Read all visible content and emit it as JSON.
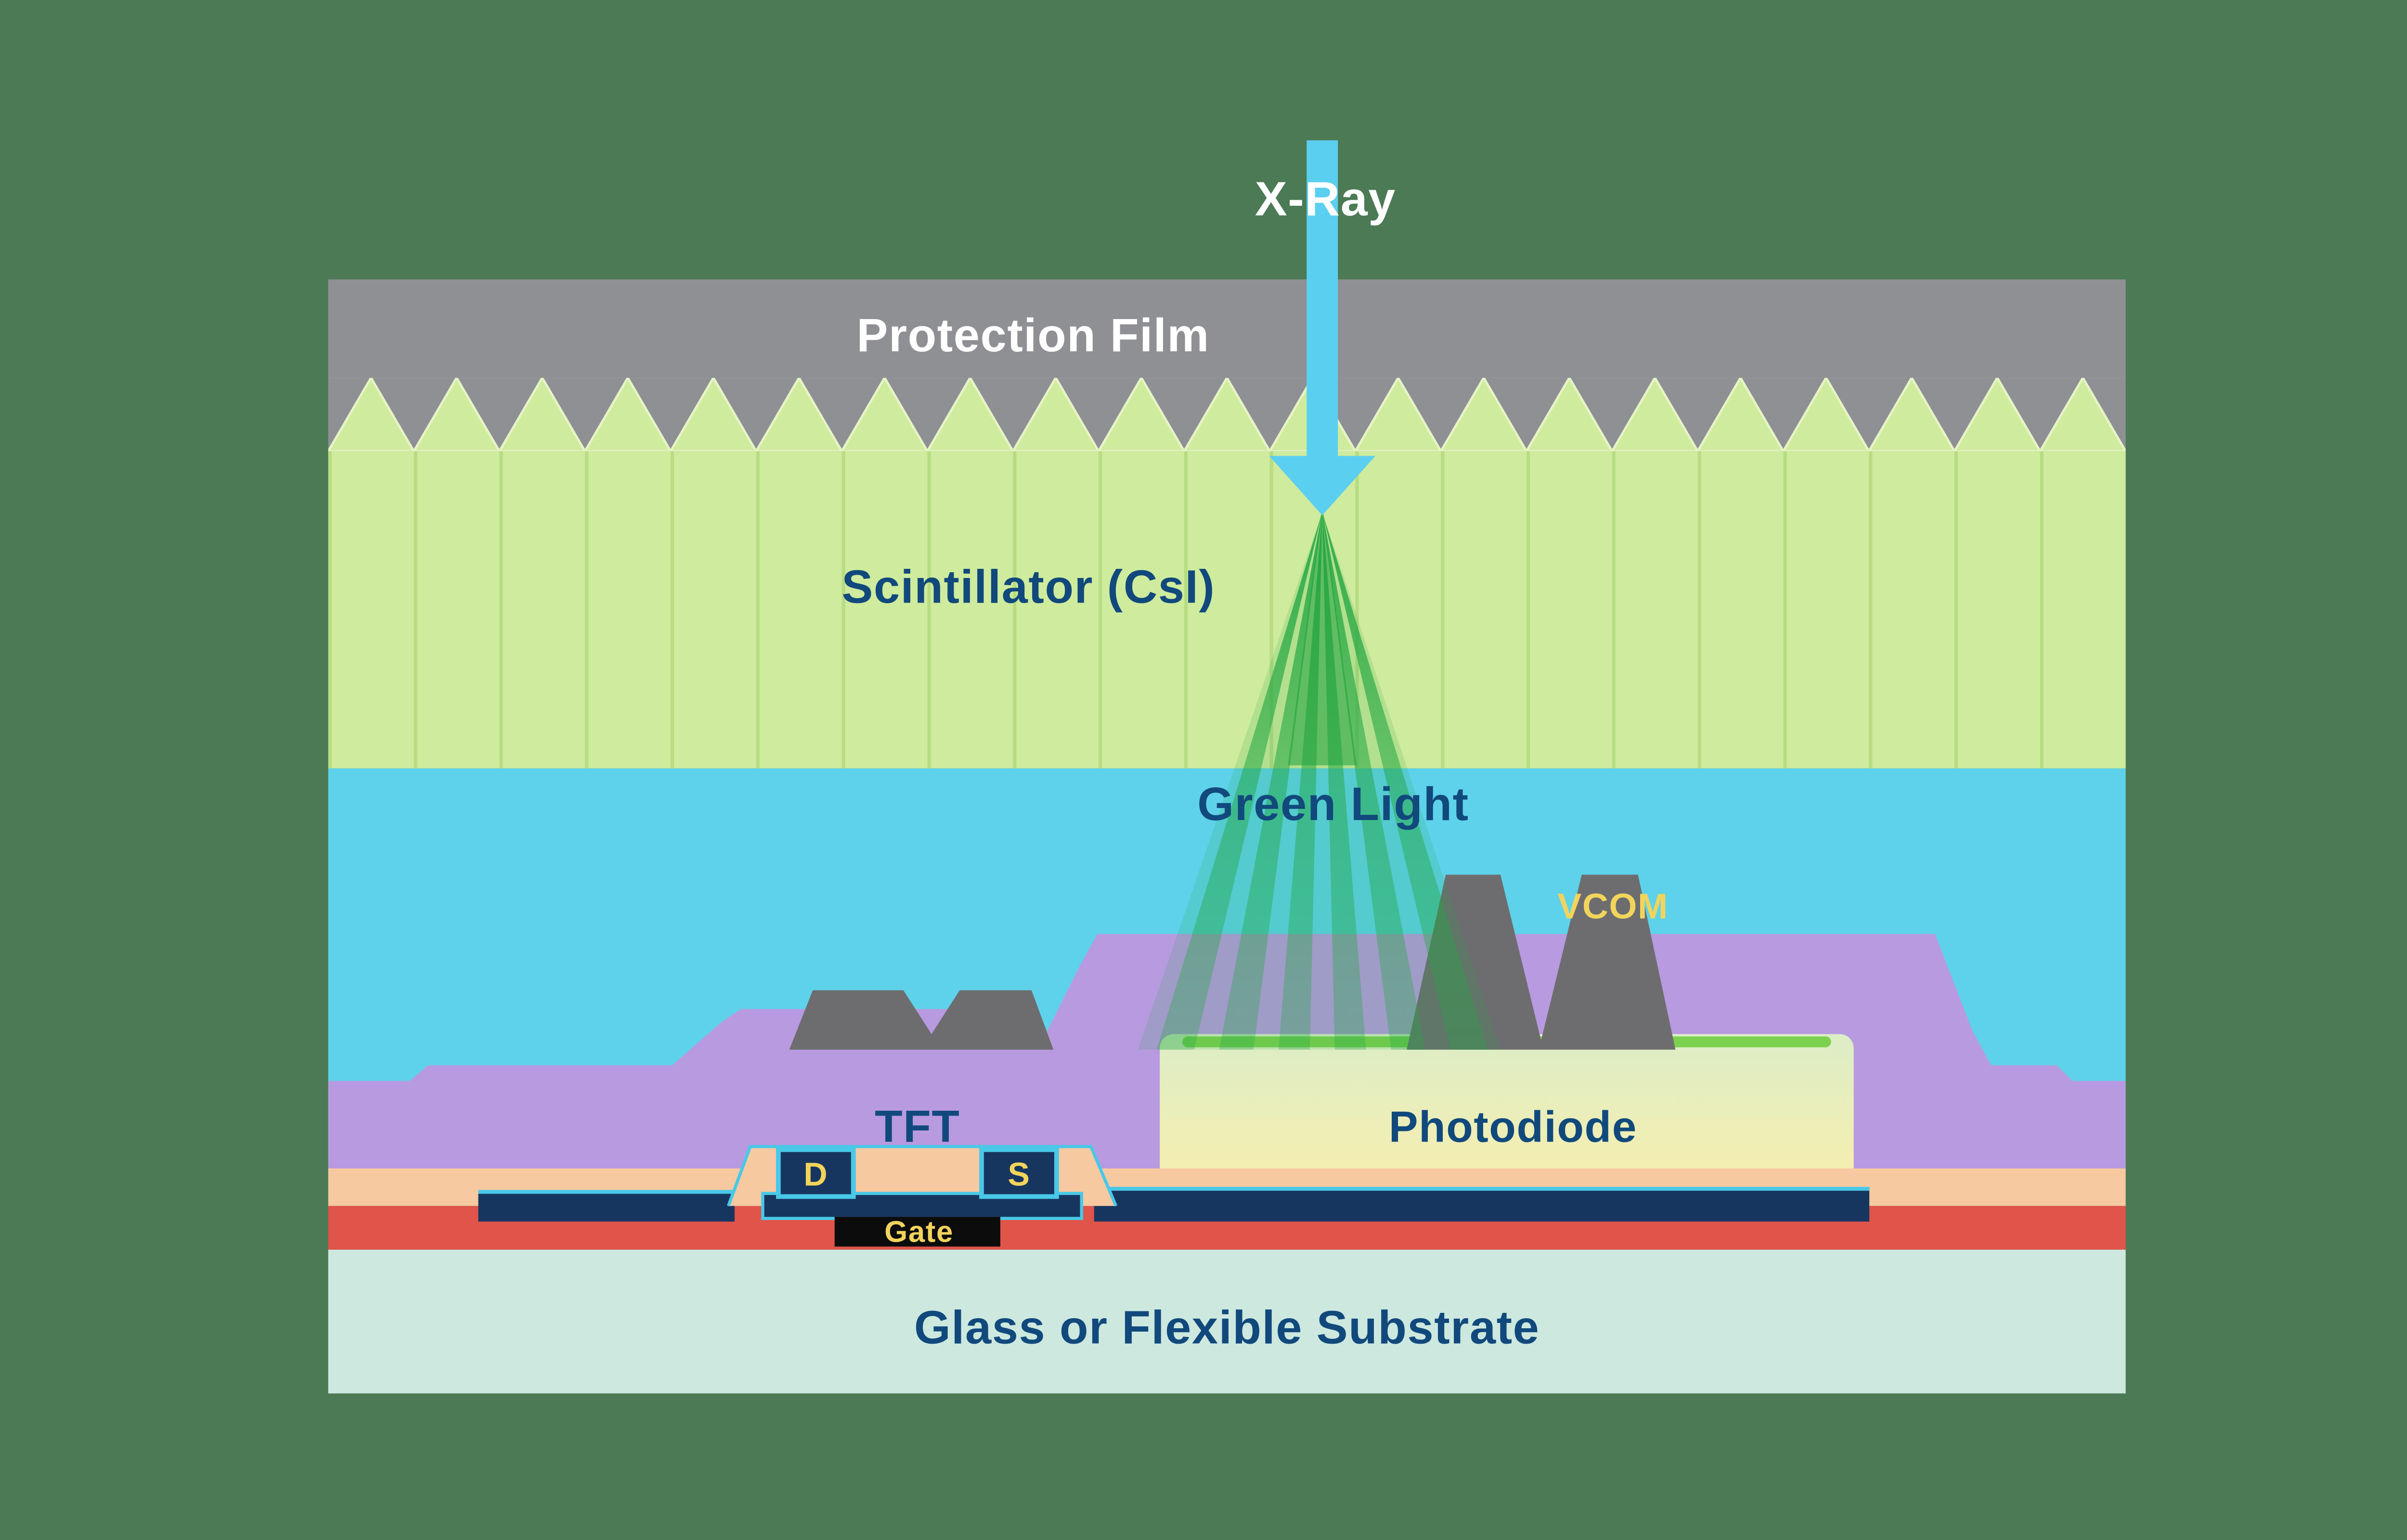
{
  "diagram": {
    "labels": {
      "xray": "X-Ray",
      "protection_film": "Protection Film",
      "scintillator": "Scintillator (CsI)",
      "green_light": "Green Light",
      "vcom": "VCOM",
      "tft": "TFT",
      "photodiode": "Photodiode",
      "drain": "D",
      "source": "S",
      "gate": "Gate",
      "substrate": "Glass or Flexible Substrate"
    },
    "colors": {
      "background": "#4b7a54",
      "protection_film": "#8f9094",
      "scintillator": "#cfeb9d",
      "scintillator_line": "#b7dc83",
      "light_layer": "#5ed2ea",
      "xray_arrow": "#5bcff0",
      "green_light": "#2aa845",
      "planarization_purple": "#b89ae0",
      "vcom_metal": "#6d6d6f",
      "photodiode_top": "#7cd14f",
      "metal_navy": "#17365f",
      "tft_outline_cyan": "#49c8e8",
      "insulator_salmon": "#f6c9a1",
      "gate_insulator_red": "#e0544a",
      "substrate_mint": "#cde8df",
      "label_navy": "#11497c",
      "label_yellow": "#f2d45c",
      "gate_black": "#0c0c0c"
    }
  }
}
